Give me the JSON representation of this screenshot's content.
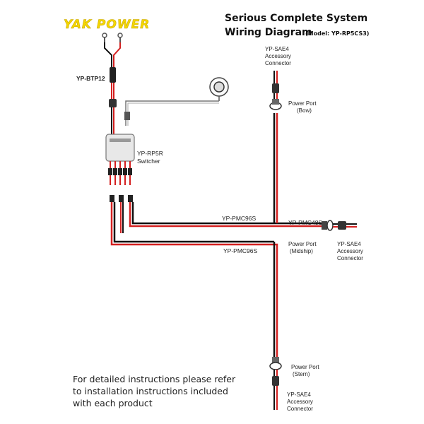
{
  "logo": {
    "text": "YAK POWER"
  },
  "title": {
    "line1": "Serious Complete System",
    "line2": "Wiring Diagram",
    "model": "(Model: YP-RP5CS3)"
  },
  "labels": {
    "battery_plug": "YP-BTP12",
    "switcher_line1": "YP-RP5R",
    "switcher_line2": "Switcher",
    "bow_connector_line1": "YP-SAE4",
    "bow_connector_line2": "Accessory",
    "bow_connector_line3": "Connector",
    "bow_port_line1": "Power Port",
    "bow_port_line2": "(Bow)",
    "cable_top": "YP-PMC96S",
    "cable_mid": "YP-PMC48S",
    "cable_low": "YP-PMC96S",
    "mid_port_line1": "Power Port",
    "mid_port_line2": "(Midship)",
    "mid_connector_line1": "YP-SAE4",
    "mid_connector_line2": "Accessory",
    "mid_connector_line3": "Connector",
    "stern_port_line1": "Power Port",
    "stern_port_line2": "(Stern)",
    "stern_connector_line1": "YP-SAE4",
    "stern_connector_line2": "Accessory",
    "stern_connector_line3": "Connector"
  },
  "note": {
    "line1": "For detailed instructions please refer",
    "line2": "to installation instructions included",
    "line3": "with each product"
  },
  "colors": {
    "positive_wire": "#d42020",
    "negative_wire": "#111111",
    "logo_yellow": "#f5d700",
    "switch_box": "#e8e8e8"
  }
}
